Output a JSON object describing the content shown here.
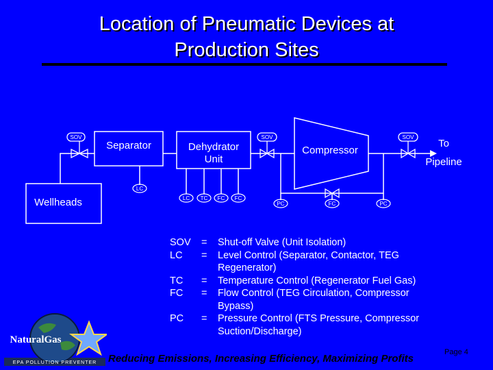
{
  "title": {
    "line1": "Location of Pneumatic Devices at",
    "line2": "Production Sites"
  },
  "diagram": {
    "wellheads": "Wellheads",
    "separator": "Separator",
    "dehydrator_line1": "Dehydrator",
    "dehydrator_line2": "Unit",
    "compressor": "Compressor",
    "to_pipeline_line1": "To",
    "to_pipeline_line2": "Pipeline",
    "tags": {
      "sov": "SOV",
      "lc": "LC",
      "tc": "TC",
      "fc": "FC",
      "pc": "PC"
    }
  },
  "legend": [
    {
      "abbr": "SOV",
      "eq": "=",
      "desc": [
        "Shut-off Valve (Unit Isolation)"
      ]
    },
    {
      "abbr": "LC",
      "eq": "=",
      "desc": [
        "Level Control (Separator, Contactor, TEG",
        "Regenerator)"
      ]
    },
    {
      "abbr": "TC",
      "eq": "=",
      "desc": [
        "Temperature Control (Regenerator Fuel Gas)"
      ]
    },
    {
      "abbr": "FC",
      "eq": "=",
      "desc": [
        "Flow Control (TEG Circulation, Compressor",
        "Bypass)"
      ]
    },
    {
      "abbr": "PC",
      "eq": "=",
      "desc": [
        "Pressure Control (FTS Pressure, Compressor",
        "Suction/Discharge)"
      ]
    }
  ],
  "footer": "Reducing Emissions, Increasing Efficiency, Maximizing Profits",
  "page": "Page 4",
  "logo": {
    "name": "NaturalGas",
    "tagline": "EPA POLLUTION PREVENTER"
  },
  "colors": {
    "background": "#0000ff",
    "lines": "#ffffff",
    "footer_text": "#000000",
    "logo_star": "#6fa8ff",
    "logo_ring": "#ffd84a"
  }
}
